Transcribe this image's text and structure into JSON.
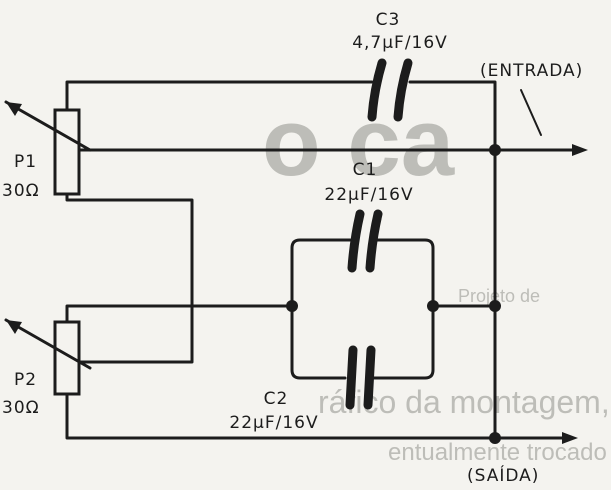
{
  "components": {
    "c3": {
      "name": "C3",
      "value": "4,7µF/16V"
    },
    "c1": {
      "name": "C1",
      "value": "22µF/16V"
    },
    "c2": {
      "name": "C2",
      "value": "22µF/16V"
    },
    "p1": {
      "name": "P1",
      "value": "30Ω"
    },
    "p2": {
      "name": "P2",
      "value": "30Ω"
    }
  },
  "terminals": {
    "input": "(ENTRADA)",
    "output": "(SAÍDA)"
  },
  "background_text": {
    "heading_fragment": "o ca",
    "caption": "Projeto de",
    "line1": "ráfico da montagem, devend",
    "line2": "entualmente trocado caso os rese"
  },
  "colors": {
    "ink": "#1c1c1c",
    "paper": "#f4f3ef",
    "bleed": "#bdbdb8"
  }
}
